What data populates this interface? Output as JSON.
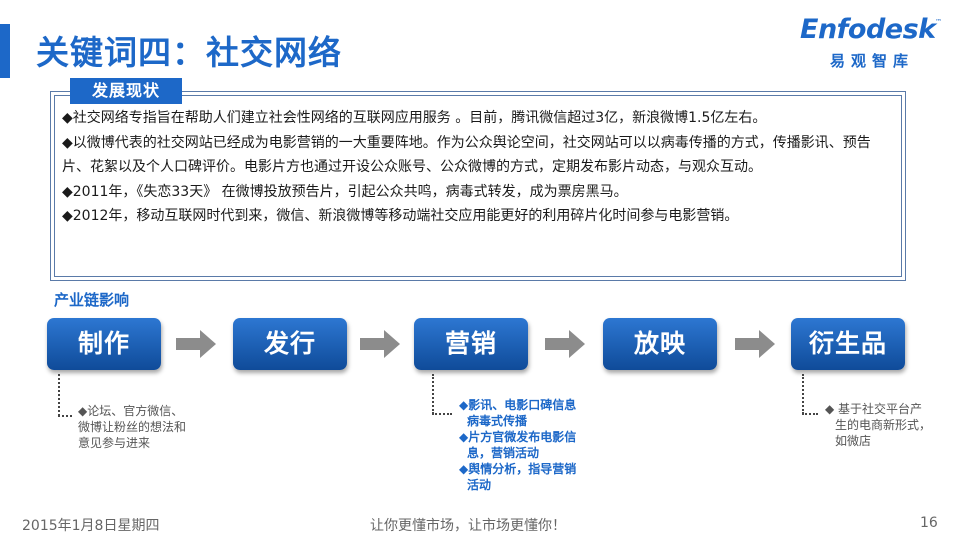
{
  "header": {
    "title": "关键词四：社交网络",
    "logo_wordmark": "Enfodesk",
    "logo_tm": "™",
    "logo_cn": "易观智库"
  },
  "panel": {
    "tab_label": "发展现状",
    "bullets": [
      "◆社交网络专指旨在帮助人们建立社会性网络的互联网应用服务 。目前，腾讯微信超过3亿，新浪微博1.5亿左右。",
      "◆以微博代表的社交网站已经成为电影营销的一大重要阵地。作为公众舆论空间，社交网站可以以病毒传播的方式，传播影讯、预告片、花絮以及个人口碑评价。电影片方也通过开设公众账号、公众微博的方式，定期发布影片动态，与观众互动。",
      "◆2011年，《失恋33天》 在微博投放预告片，引起公众共鸣，病毒式转发，成为票房黑马。",
      "◆2012年，移动互联网时代到来，微信、新浪微博等移动端社交应用能更好的利用碎片化时间参与电影营销。"
    ]
  },
  "industry_chain": {
    "label": "产业链影响",
    "steps": [
      "制作",
      "发行",
      "营销",
      "放映",
      "衍生品"
    ],
    "notes": {
      "production": [
        "◆论坛、官方微信、",
        "微博让粉丝的想法和",
        "意见参与进来"
      ],
      "marketing": [
        "◆影讯、电影口碑信息",
        "病毒式传播",
        "◆片方官微发布电影信",
        "息，营销活动",
        "◆舆情分析，指导营销",
        "活动"
      ],
      "derivatives": [
        "◆ 基于社交平台产",
        "生的电商新形式，",
        "如微店"
      ]
    }
  },
  "footer": {
    "date": "2015年1月8日星期四",
    "slogan": "让你更懂市场，让市场更懂你！",
    "page_number": "16"
  },
  "colors": {
    "brand_blue": "#1d68c8",
    "button_dark": "#0f4b99",
    "arrow_grey": "#8c8c8c"
  }
}
